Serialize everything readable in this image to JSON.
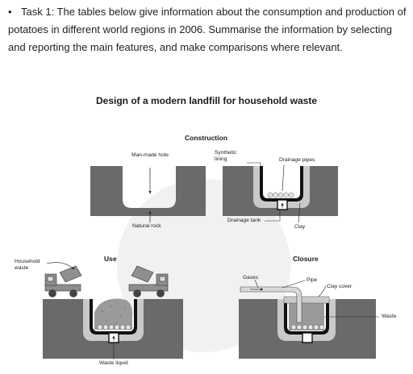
{
  "task": {
    "bullet": "•",
    "text": "Task 1: The tables below give information about the consumption and production of potatoes in different world regions in 2006. Summarise the information by selecting and reporting the main features, and make comparisons where relevant."
  },
  "diagram": {
    "title": "Design of a modern landfill for household waste",
    "sections": {
      "construction": "Construction",
      "use": "Use",
      "closure": "Closure"
    },
    "labels": {
      "man_made_hole": "Man-made hole",
      "natural_rock": "Natural rock",
      "synthetic_lining": "Synthetic lining",
      "drainage_pipes": "Drainage pipes",
      "drainage_tank": "Drainage tank",
      "clay": "Clay",
      "household_waste": "Household waste",
      "waste_liquid": "Waste liquid",
      "gases": "Gases",
      "pipe": "Pipe",
      "clay_cover": "Clay cover",
      "waste": "Waste"
    },
    "colors": {
      "rock": "#6a6a6a",
      "clay": "#c9c9c9",
      "lining": "#111111",
      "waste": "#9a9a9a",
      "truck": "#8e8e8e"
    }
  }
}
